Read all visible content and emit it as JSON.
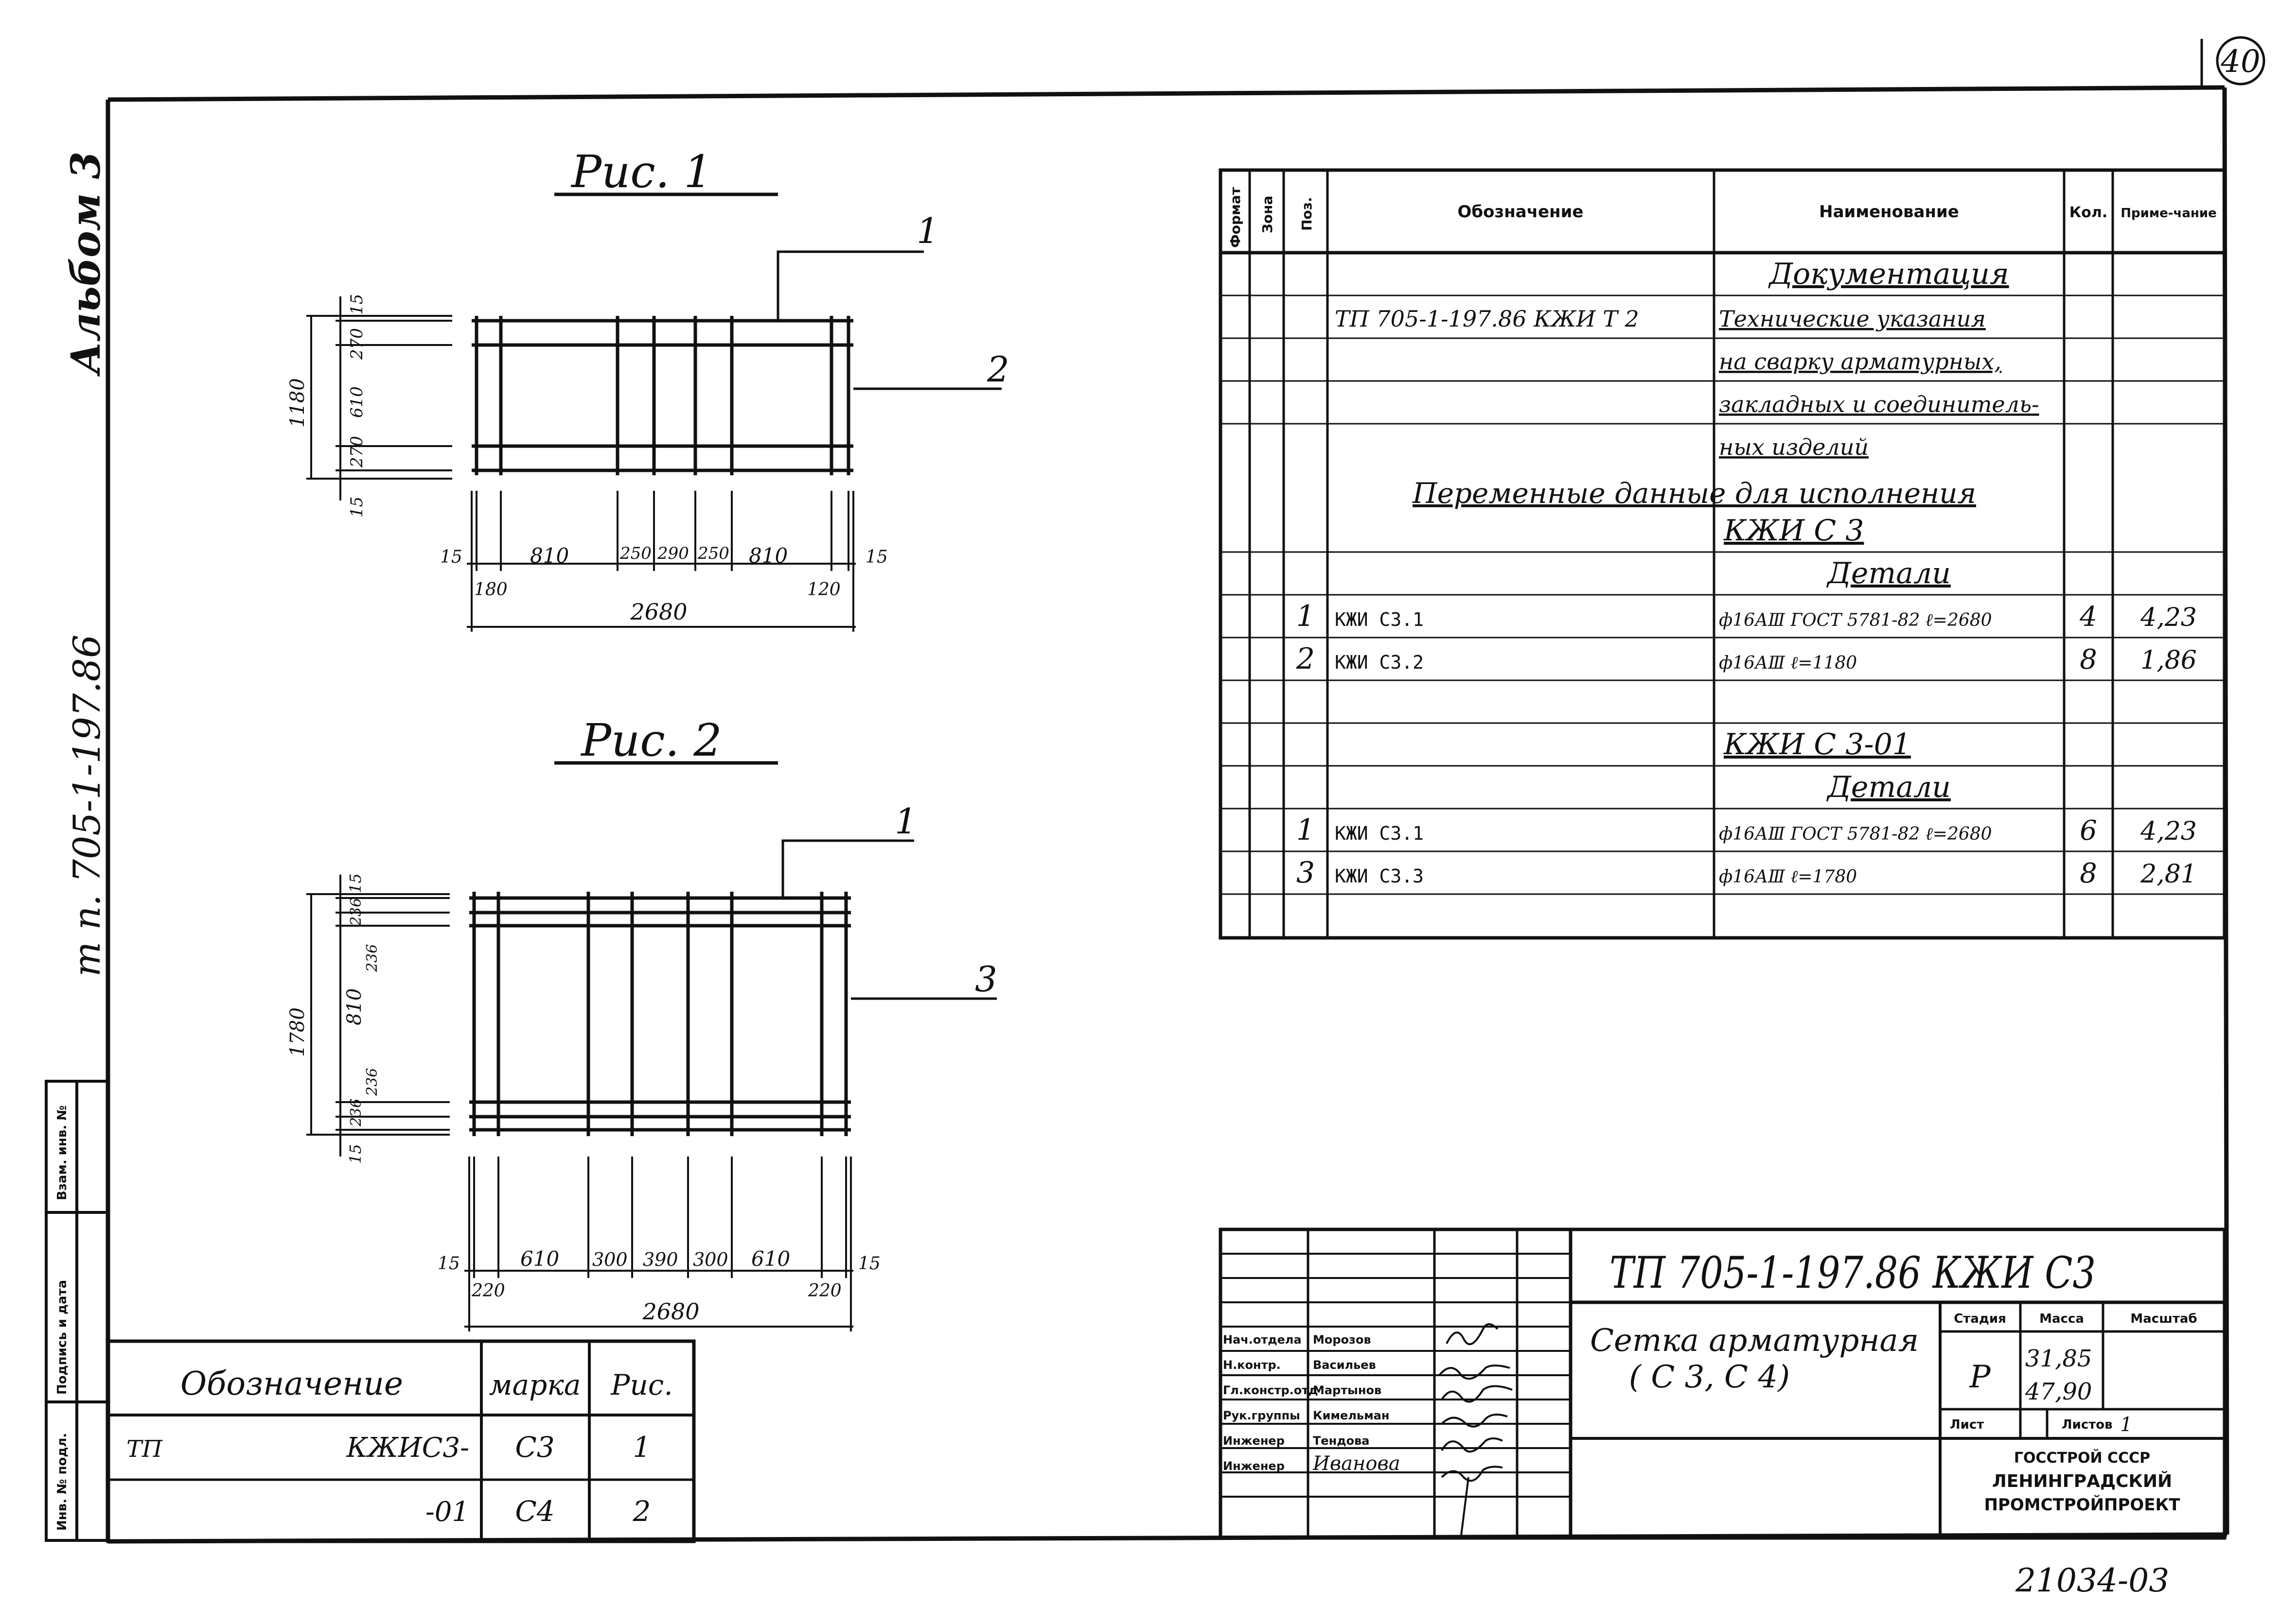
{
  "corner_mark": "40",
  "bottom_number": "21034-03",
  "side": {
    "album": "Альбом 3",
    "project": "т п. 705-1-197.86",
    "stamp_cols": [
      "Инв. № подл.",
      "Подпись и дата",
      "Взам. инв. №"
    ]
  },
  "fig1": {
    "title": "Рис. 1",
    "callouts": [
      "1",
      "2"
    ],
    "vdims": [
      "15",
      "270",
      "610",
      "270",
      "15"
    ],
    "vtotal": "1180",
    "hdims": [
      "15",
      "810",
      "250",
      "290",
      "250",
      "810",
      "15"
    ],
    "hsub": [
      "180",
      "120"
    ],
    "htotal": "2680"
  },
  "fig2": {
    "title": "Рис. 2",
    "callouts": [
      "1",
      "3"
    ],
    "vdims": [
      "15",
      "236",
      "236",
      "810",
      "236",
      "236",
      "15"
    ],
    "vtotal": "1780",
    "hdims": [
      "15",
      "610",
      "300",
      "390",
      "300",
      "610",
      "15"
    ],
    "hsub": [
      "220",
      "220"
    ],
    "htotal": "2680"
  },
  "spec": {
    "headers": [
      "Формат",
      "Зона",
      "Поз.",
      "Обозначение",
      "Наименование",
      "Кол.",
      "Приме-чание"
    ],
    "rows": [
      {
        "pos": "",
        "code": "",
        "name": "Документация",
        "qty": "",
        "note": ""
      },
      {
        "pos": "",
        "code": "ТП 705-1-197.86  КЖИ Т 2",
        "name": "Технические указания",
        "qty": "",
        "note": ""
      },
      {
        "pos": "",
        "code": "",
        "name": "на сварку арматурных,",
        "qty": "",
        "note": ""
      },
      {
        "pos": "",
        "code": "",
        "name": "закладных и соединитель-",
        "qty": "",
        "note": ""
      },
      {
        "pos": "",
        "code": "",
        "name": "ных изделий",
        "qty": "",
        "note": ""
      },
      {
        "pos": "",
        "code": "",
        "name": "",
        "qty": "",
        "note": ""
      },
      {
        "pos": "",
        "code": "",
        "name": "КЖИ С 3",
        "qty": "",
        "note": ""
      },
      {
        "pos": "",
        "code": "",
        "name": "Детали",
        "qty": "",
        "note": ""
      },
      {
        "pos": "1",
        "code": "КЖИ С3.1",
        "name": "ф16АⅢ ГОСТ 5781-82  ℓ=2680",
        "qty": "4",
        "note": "4,23"
      },
      {
        "pos": "2",
        "code": "КЖИ С3.2",
        "name": "ф16АⅢ  ℓ=1180",
        "qty": "8",
        "note": "1,86"
      },
      {
        "pos": "",
        "code": "",
        "name": "",
        "qty": "",
        "note": ""
      },
      {
        "pos": "",
        "code": "",
        "name": "КЖИ С 3-01",
        "qty": "",
        "note": ""
      },
      {
        "pos": "",
        "code": "",
        "name": "Детали",
        "qty": "",
        "note": ""
      },
      {
        "pos": "1",
        "code": "КЖИ С3.1",
        "name": "ф16АⅢ ГОСТ 5781-82  ℓ=2680",
        "qty": "6",
        "note": "4,23"
      },
      {
        "pos": "3",
        "code": "КЖИ С3.3",
        "name": "ф16АⅢ  ℓ=1780",
        "qty": "8",
        "note": "2,81"
      },
      {
        "pos": "",
        "code": "",
        "name": "",
        "qty": "",
        "note": ""
      }
    ],
    "span_text": "Переменные данные для исполнения"
  },
  "marks": {
    "headers": [
      "Обозначение",
      "марка",
      "Рис."
    ],
    "rows": [
      {
        "prefix": "ТП",
        "code": "КЖИС3-",
        "mark": "С3",
        "fig": "1"
      },
      {
        "prefix": "",
        "code": "-01",
        "mark": "С4",
        "fig": "2"
      }
    ]
  },
  "titleblock": {
    "doc_code": "ТП 705-1-197.86 КЖИ С3",
    "name_line1": "Сетка арматурная",
    "name_line2": "( С 3, С 4)",
    "stage_label": "Стадия",
    "mass_label": "Масса",
    "scale_label": "Масштаб",
    "stage": "Р",
    "mass1": "31,85",
    "mass2": "47,90",
    "sheet_label": "Лист",
    "sheets_label": "Листов",
    "sheets": "1",
    "org1": "ГОССТРОЙ СССР",
    "org2": "ЛЕНИНГРАДСКИЙ",
    "org3": "ПРОМСТРОЙПРОЕКТ",
    "people": [
      {
        "role": "Нач.отдела",
        "name": "Морозов"
      },
      {
        "role": "Н.контр.",
        "name": "Васильев"
      },
      {
        "role": "Гл.констр.отд",
        "name": "Мартынов"
      },
      {
        "role": "Рук.группы",
        "name": "Кимельман"
      },
      {
        "role": "Инженер",
        "name": "Тендова"
      },
      {
        "role": "Инженер",
        "name": "Иванова"
      }
    ]
  }
}
